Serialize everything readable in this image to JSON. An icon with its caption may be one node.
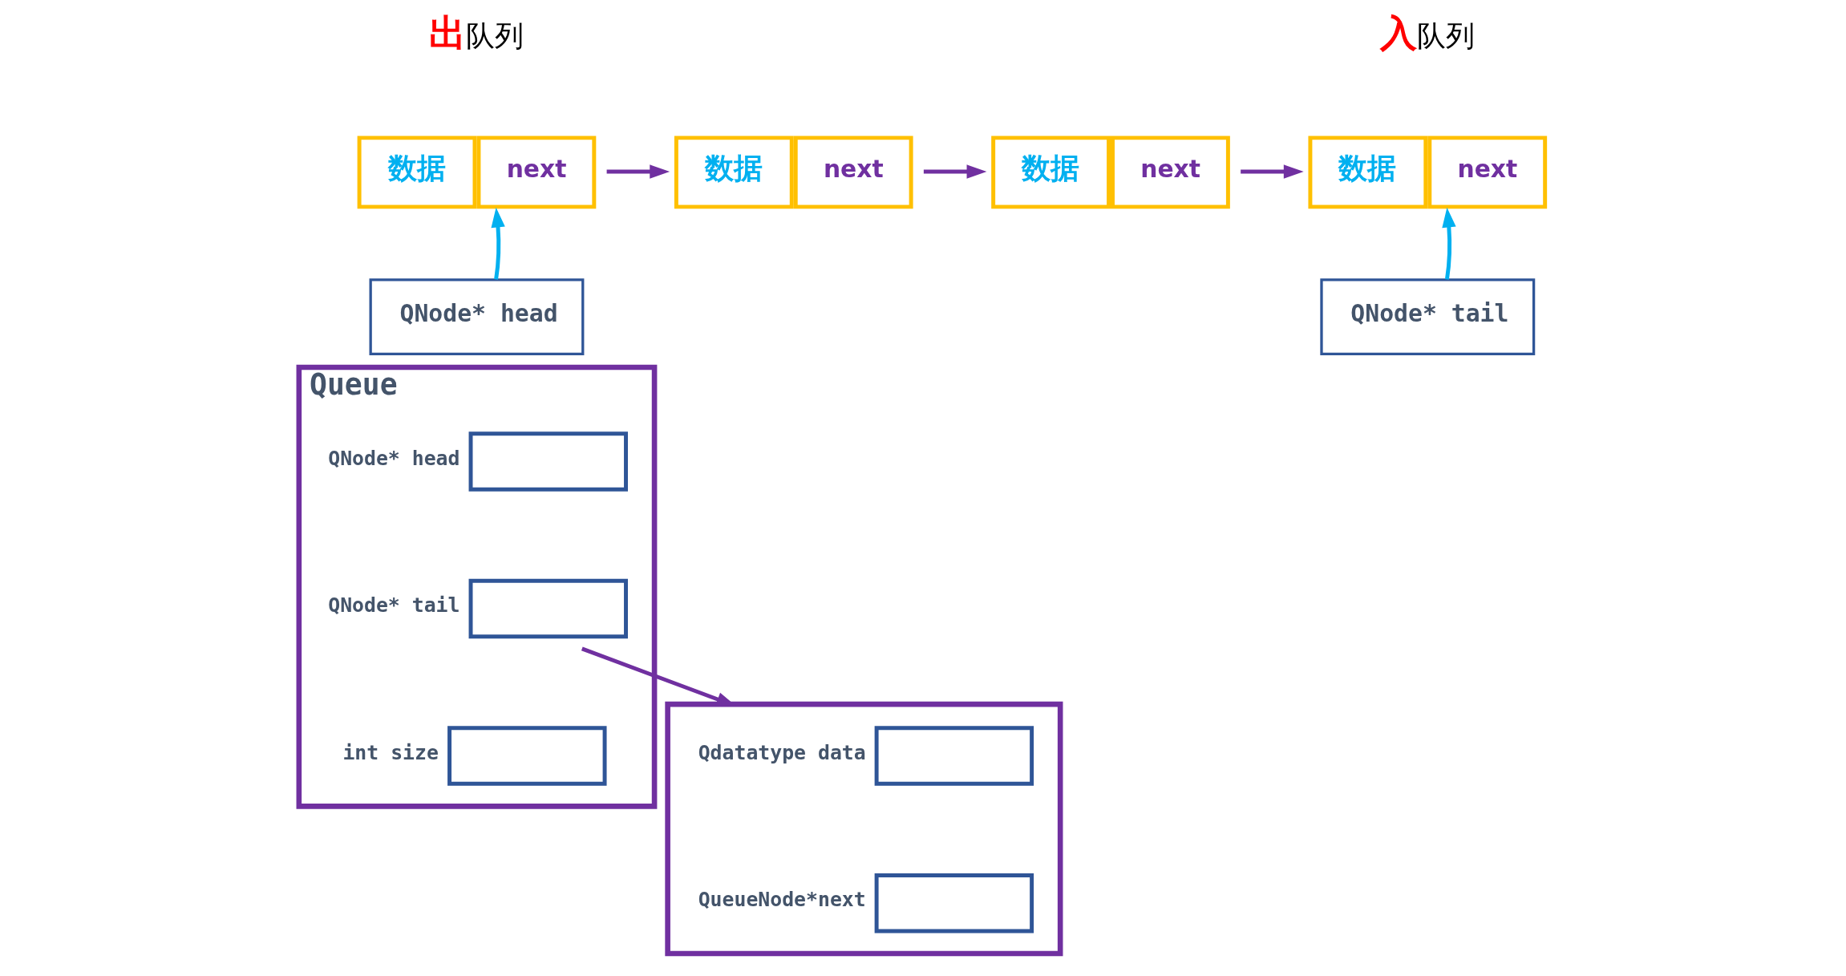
{
  "diagram": {
    "nodes": [
      {
        "text": [
          "数据",
          "next"
        ]
      },
      {
        "text": [
          "数据",
          "next"
        ]
      },
      {
        "text": [
          "数据",
          "next"
        ]
      },
      {
        "text": [
          "数据",
          "next"
        ]
      },
      {
        "text": [
          "QNode* head"
        ]
      },
      {
        "text": [
          "QNode* tail"
        ]
      },
      {
        "text": [
          "Queue"
        ]
      },
      {
        "text": [],
        "shape": "box",
        "beside": [
          "QNode* head"
        ],
        "in": 6
      },
      {
        "text": [],
        "shape": "box",
        "beside": [
          "QNode* tail"
        ],
        "in": 6
      },
      {
        "text": [],
        "shape": "box",
        "beside": [
          "int size"
        ],
        "in": 6
      },
      {
        "text": [],
        "shape": "box"
      },
      {
        "text": [],
        "shape": "box",
        "beside": [
          "Qdatatype data"
        ],
        "in": 10
      },
      {
        "text": [],
        "shape": "box",
        "beside": [
          "QueueNode*next"
        ],
        "in": 10
      }
    ],
    "edges": [
      {
        "from": 0,
        "to": 1,
        "arrow": "to"
      },
      {
        "from": 1,
        "to": 2,
        "arrow": "to"
      },
      {
        "from": 2,
        "to": 3,
        "arrow": "to"
      },
      {
        "from": 4,
        "to": 0,
        "arrow": "to",
        "color": "#00b0f0"
      },
      {
        "from": 5,
        "to": 3,
        "arrow": "to",
        "color": "#00b0f0"
      },
      {
        "from": 8,
        "to": 10,
        "arrow": "to"
      }
    ],
    "labels": [
      "出队列",
      "入队列"
    ]
  }
}
